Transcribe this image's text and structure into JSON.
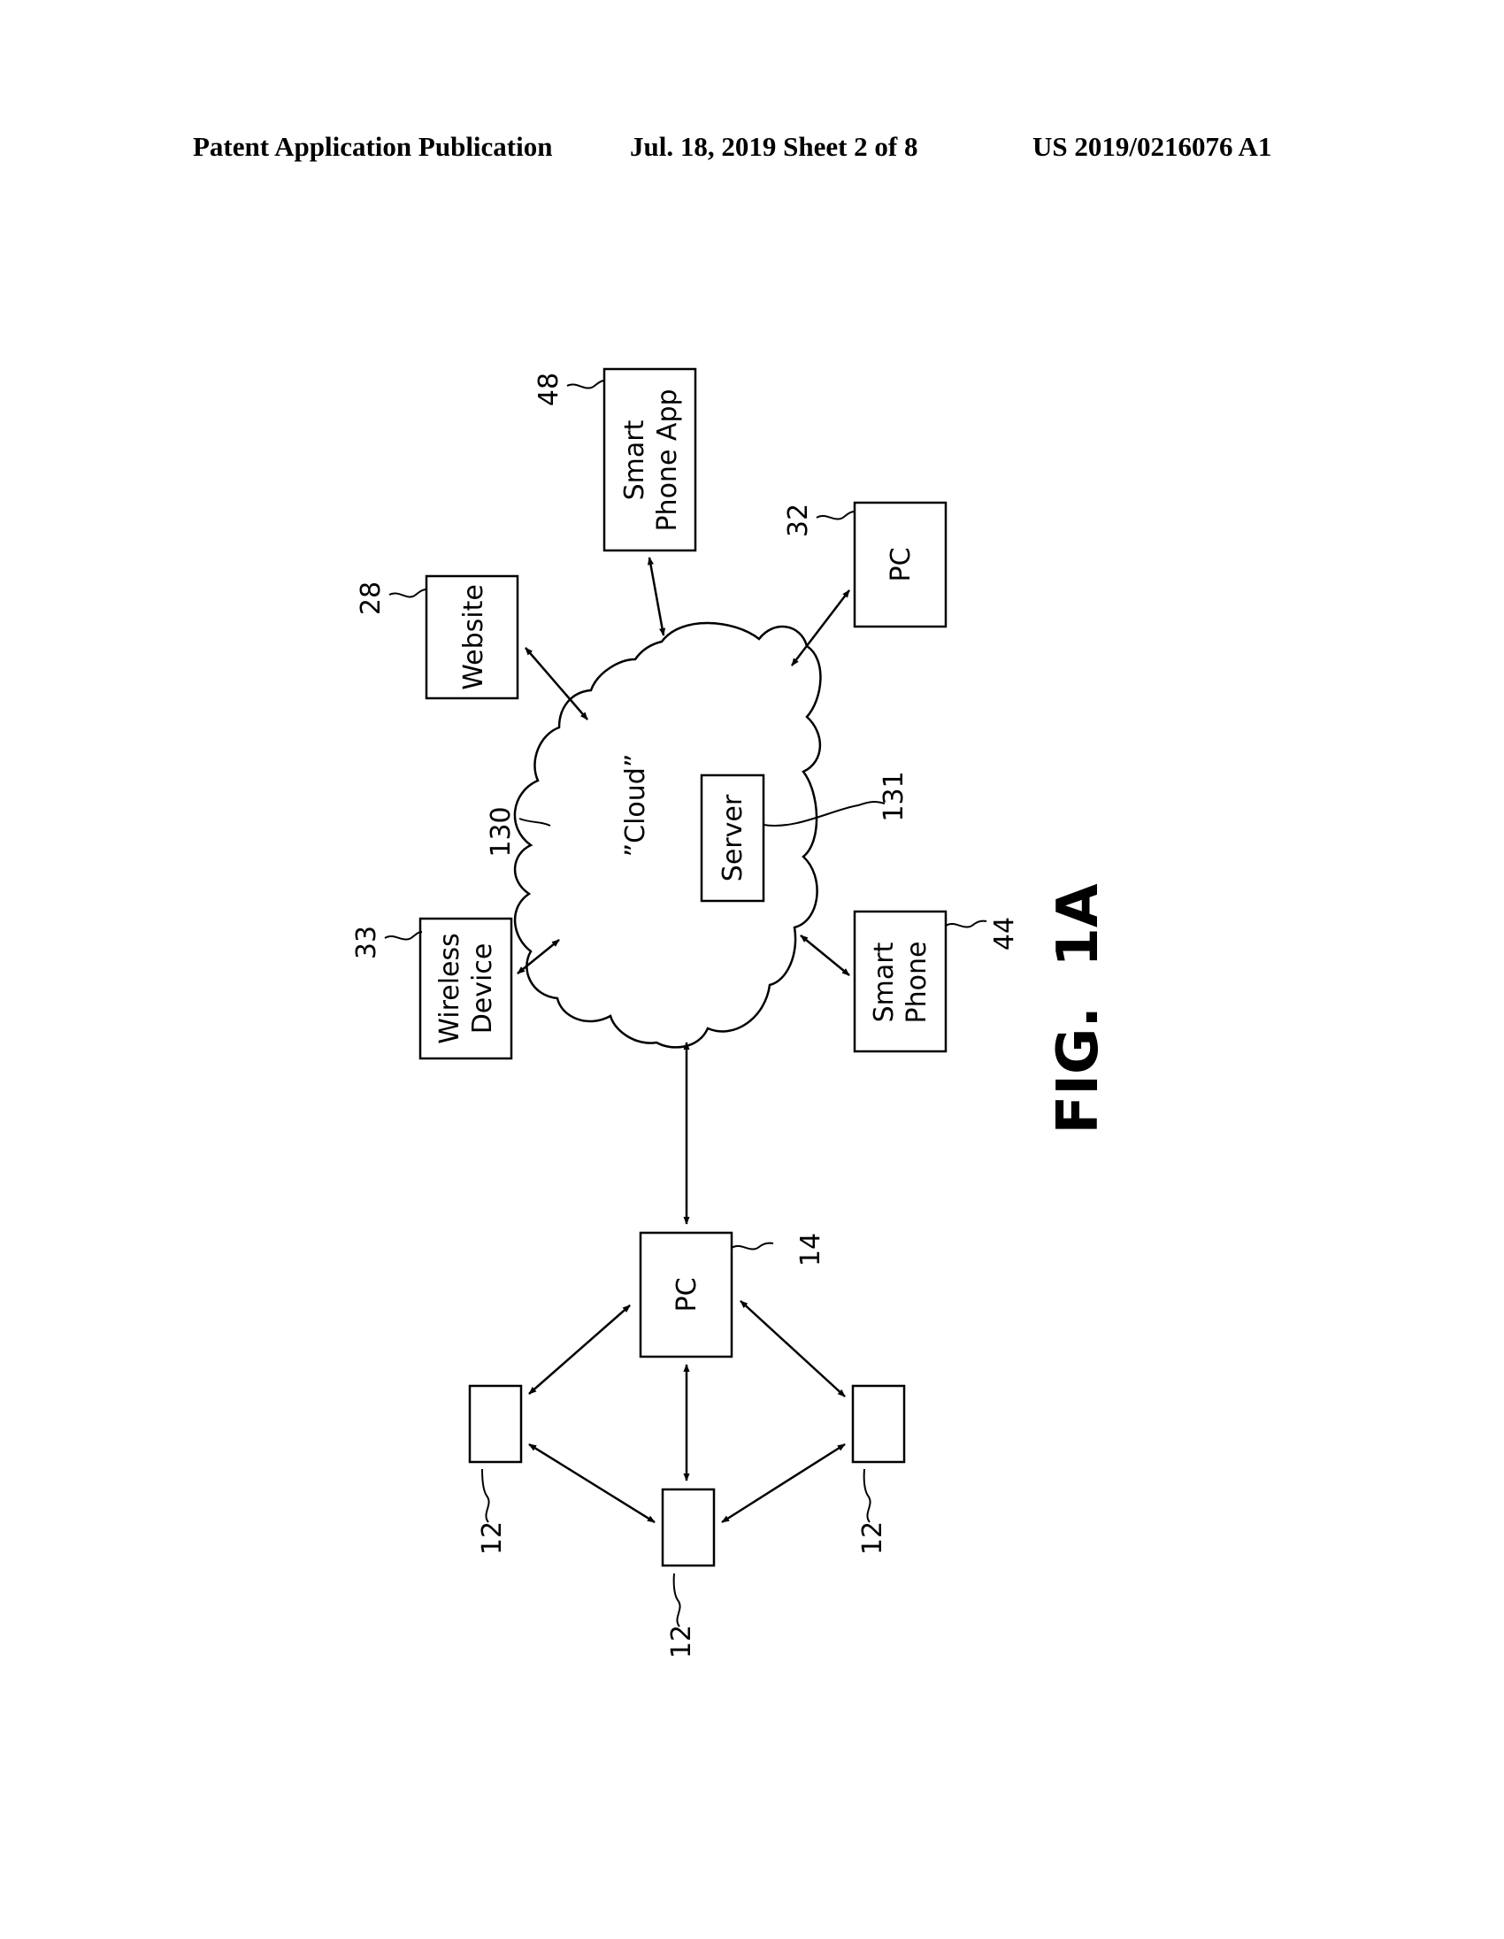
{
  "header": {
    "publication": "Patent Application Publication",
    "date_sheet": "Jul. 18, 2019   Sheet 2 of 8",
    "number": "US 2019/0216076 A1"
  },
  "figure": {
    "caption": "FIG.  1A",
    "cloud": {
      "label": "”Cloud”",
      "ref": "130"
    },
    "server": {
      "label": "Server",
      "ref": "131"
    },
    "website": {
      "label": "Website",
      "ref": "28"
    },
    "smart_phone_app": {
      "line1": "Smart",
      "line2": "Phone App",
      "ref": "48"
    },
    "pc_remote": {
      "label": "PC",
      "ref": "32"
    },
    "wireless_device": {
      "line1": "Wireless",
      "line2": "Device",
      "ref": "33"
    },
    "smart_phone": {
      "line1": "Smart",
      "line2": "Phone",
      "ref": "44"
    },
    "pc_local": {
      "label": "PC",
      "ref": "14"
    },
    "devices": [
      {
        "ref": "12"
      },
      {
        "ref": "12"
      },
      {
        "ref": "12"
      }
    ]
  }
}
